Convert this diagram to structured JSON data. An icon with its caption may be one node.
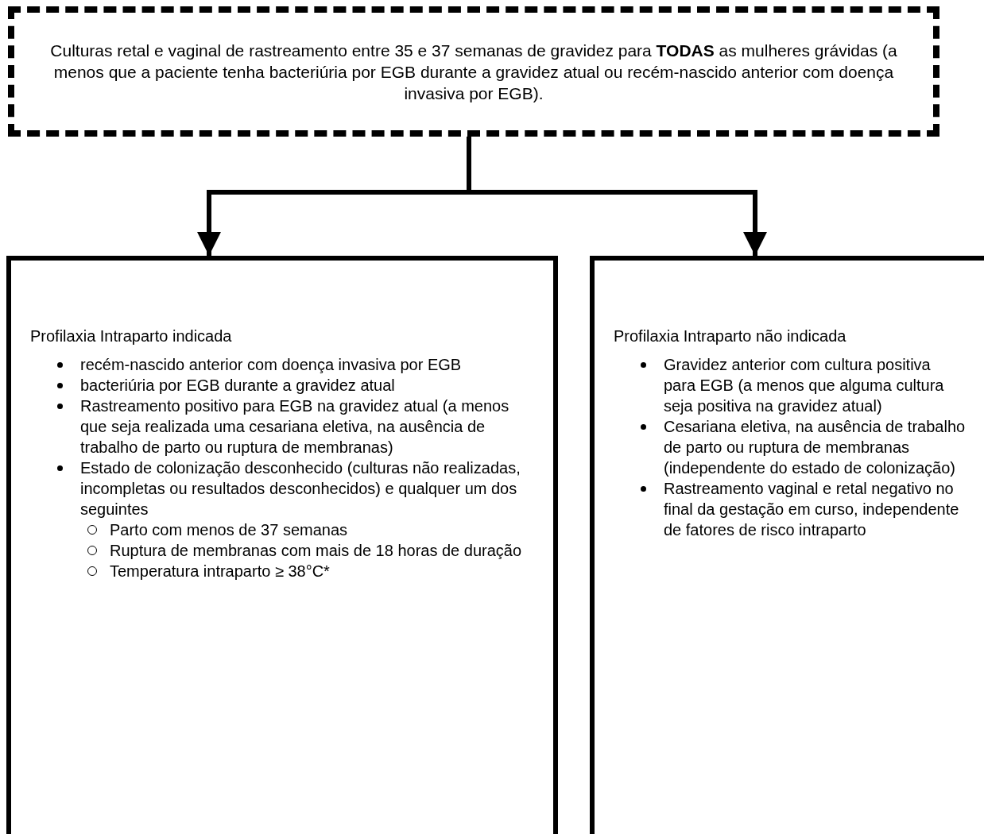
{
  "diagram": {
    "nodes": [
      {
        "text": [
          "Culturas retal e vaginal de rastreamento entre 35 e 37 semanas de gravidez para **TODAS** as mulheres grávidas (a menos que a paciente tenha bacteriúria por EGB durante a gravidez atual ou recém-nascido anterior com doença invasiva por EGB)."
        ]
      },
      {
        "text": [
          "Profilaxia Intraparto indicada",
          "recém-nascido anterior com doença invasiva por EGB",
          "bacteriúria por EGB durante a gravidez atual",
          "Rastreamento positivo para EGB na gravidez atual (a menos que seja realizada uma cesariana eletiva, na ausência de trabalho de parto ou ruptura de membranas)",
          "Estado de colonização desconhecido (culturas não realizadas, incompletas ou resultados desconhecidos) e qualquer um dos seguintes",
          "Parto com menos de 37 semanas",
          "Ruptura de membranas com mais de 18 horas de duração",
          "Temperatura intraparto ≥ 38°C*"
        ]
      },
      {
        "text": [
          "Profilaxia Intraparto não indicada",
          "Gravidez anterior com cultura positiva para EGB (a menos que alguma cultura seja positiva na gravidez atual)",
          "Cesariana eletiva, na ausência de trabalho de parto ou ruptura de membranas (independente do estado de colonização)",
          "Rastreamento vaginal e retal negativo no final da gestação em curso, independente de fatores de risco intraparto"
        ]
      }
    ],
    "edges": [
      {
        "from": 0,
        "to": 1,
        "arrow": "to"
      },
      {
        "from": 0,
        "to": 2,
        "arrow": "to"
      }
    ]
  }
}
